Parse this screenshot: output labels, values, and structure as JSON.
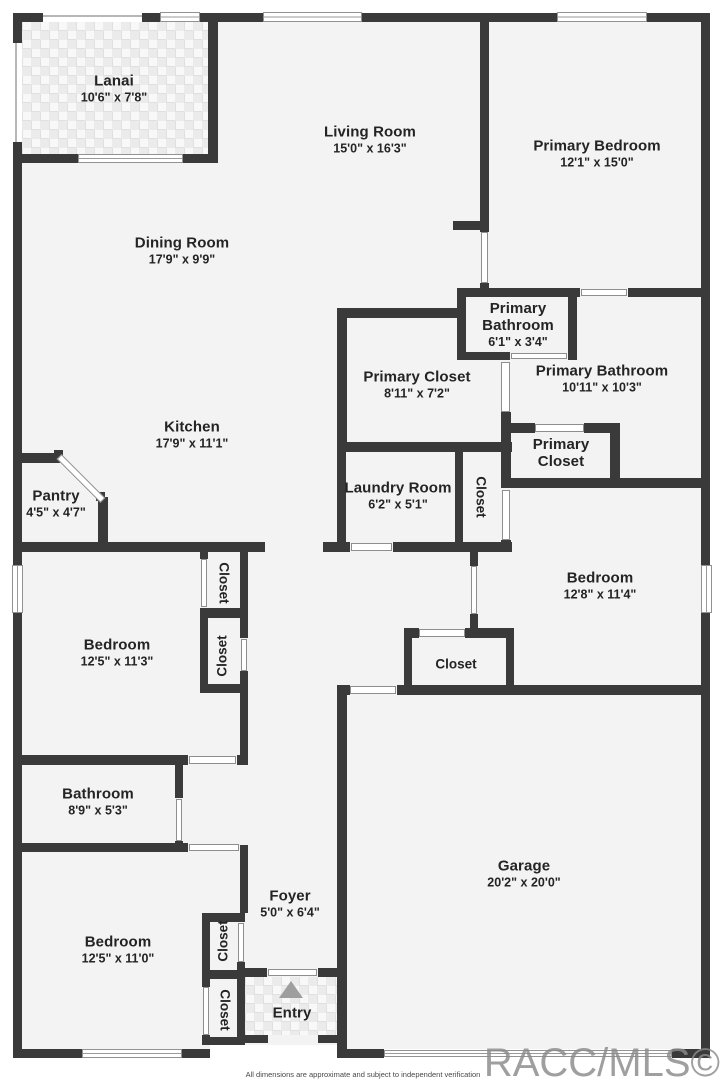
{
  "page": {
    "watermark": "RACC/MLS©",
    "disclaimer": "All dimensions are approximate and subject to independent verification"
  },
  "colors": {
    "wall": "#3a3a3a",
    "floor": "#f3f3f3",
    "door_outline": "#8e8e8e",
    "label": "#242424",
    "entry_arrow": "#9e9e9e",
    "watermark": "#8b8b8b"
  },
  "rooms": {
    "lanai": {
      "name": "Lanai",
      "dims": "10'6\" x 7'8\""
    },
    "living_room": {
      "name": "Living Room",
      "dims": "15'0\" x 16'3\""
    },
    "primary_bedroom": {
      "name": "Primary Bedroom",
      "dims": "12'1\" x 15'0\""
    },
    "dining_room": {
      "name": "Dining Room",
      "dims": "17'9\" x 9'9\""
    },
    "primary_bathroom_small": {
      "name": "Primary Bathroom",
      "dims": "6'1\" x 3'4\""
    },
    "primary_closet": {
      "name": "Primary Closet",
      "dims": "8'11\" x 7'2\""
    },
    "primary_bathroom": {
      "name": "Primary Bathroom",
      "dims": "10'11\" x 10'3\""
    },
    "primary_closet_small": {
      "name": "Primary Closet",
      "dims": ""
    },
    "kitchen": {
      "name": "Kitchen",
      "dims": "17'9\" x 11'1\""
    },
    "pantry": {
      "name": "Pantry",
      "dims": "4'5\" x 4'7\""
    },
    "laundry_room": {
      "name": "Laundry Room",
      "dims": "6'2\" x 5'1\""
    },
    "bedroom_right": {
      "name": "Bedroom",
      "dims": "12'8\" x 11'4\""
    },
    "bedroom_left": {
      "name": "Bedroom",
      "dims": "12'5\" x 11'3\""
    },
    "bathroom": {
      "name": "Bathroom",
      "dims": "8'9\" x 5'3\""
    },
    "bedroom_lower": {
      "name": "Bedroom",
      "dims": "12'5\" x 11'0\""
    },
    "foyer": {
      "name": "Foyer",
      "dims": "5'0\" x 6'4\""
    },
    "garage": {
      "name": "Garage",
      "dims": "20'2\" x 20'0\""
    },
    "entry": {
      "name": "Entry",
      "dims": ""
    }
  },
  "labels": {
    "closet": "Closet"
  }
}
